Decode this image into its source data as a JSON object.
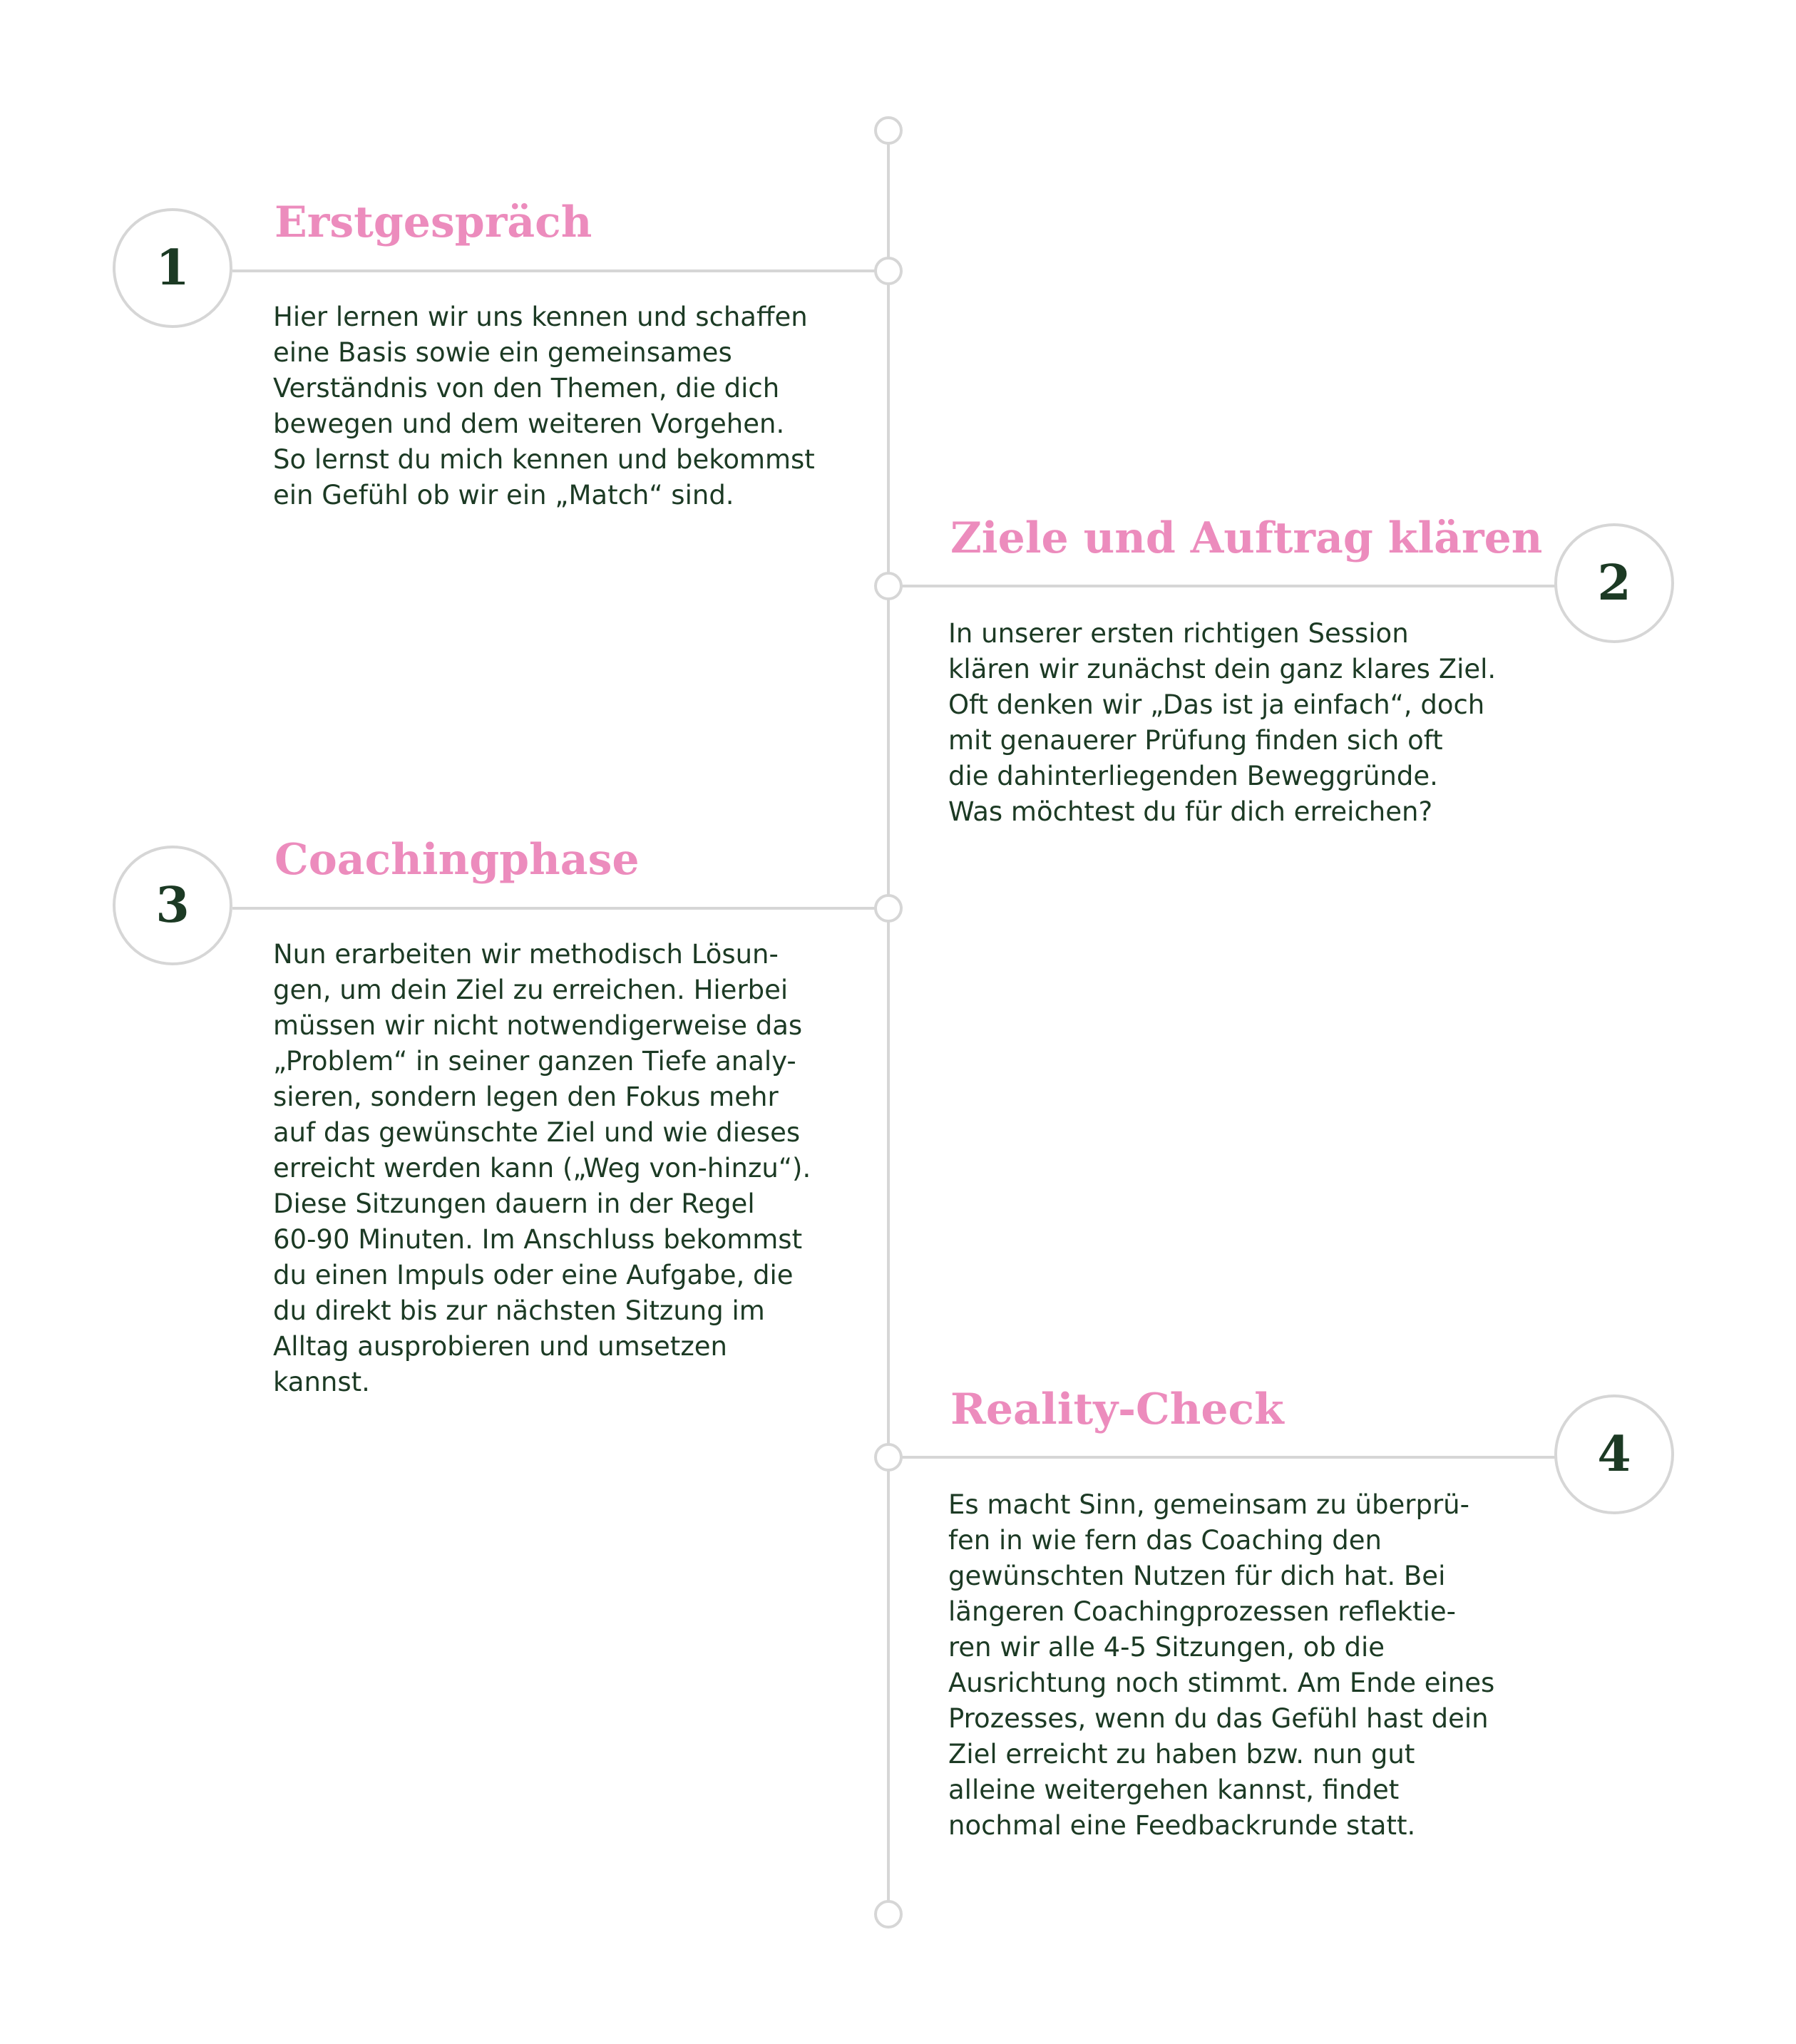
{
  "colors": {
    "title": "#ec8cbd",
    "text": "#1c3a24",
    "line": "#d6d6d6",
    "background": "#ffffff"
  },
  "steps": [
    {
      "number": "1",
      "title": "Erstgespräch",
      "text": "Hier lernen wir uns kennen und schaffen\neine Basis sowie ein gemeinsames\nVerständnis von den Themen, die dich\nbewegen und dem weiteren Vorgehen.\nSo lernst du mich kennen und bekommst\nein Gefühl ob wir ein „Match“ sind."
    },
    {
      "number": "2",
      "title": "Ziele und Auftrag klären",
      "text": "In unserer ersten richtigen Session\nklären wir zunächst dein ganz klares Ziel.\nOft denken wir „Das ist ja einfach“, doch\nmit genauerer Prüfung finden sich oft\ndie dahinterliegenden Beweggründe.\nWas möchtest du für dich erreichen?"
    },
    {
      "number": "3",
      "title": "Coachingphase",
      "text": "Nun erarbeiten wir methodisch Lösun-\ngen, um dein Ziel zu erreichen. Hierbei\nmüssen wir nicht notwendigerweise das\n„Problem“ in seiner ganzen Tiefe analy-\nsieren, sondern legen den Fokus mehr\nauf das gewünschte Ziel und wie dieses\nerreicht werden kann („Weg von-hinzu“).\nDiese Sitzungen dauern in der Regel\n60-90 Minuten. Im Anschluss bekommst\ndu einen Impuls oder eine Aufgabe, die\ndu direkt bis zur nächsten Sitzung im\nAlltag ausprobieren und umsetzen\nkannst."
    },
    {
      "number": "4",
      "title": "Reality-Check",
      "text": "Es macht Sinn, gemeinsam zu überprü-\nfen in wie fern das Coaching den\ngewünschten Nutzen für dich hat. Bei\nlängeren Coachingprozessen reflektie-\nren wir alle 4-5 Sitzungen, ob die\nAusrichtung noch stimmt. Am Ende eines\nProzesses, wenn du das Gefühl hast dein\nZiel erreicht zu haben bzw. nun gut\nalleine weitergehen kannst, findet\nnochmal eine Feedbackrunde statt."
    }
  ]
}
